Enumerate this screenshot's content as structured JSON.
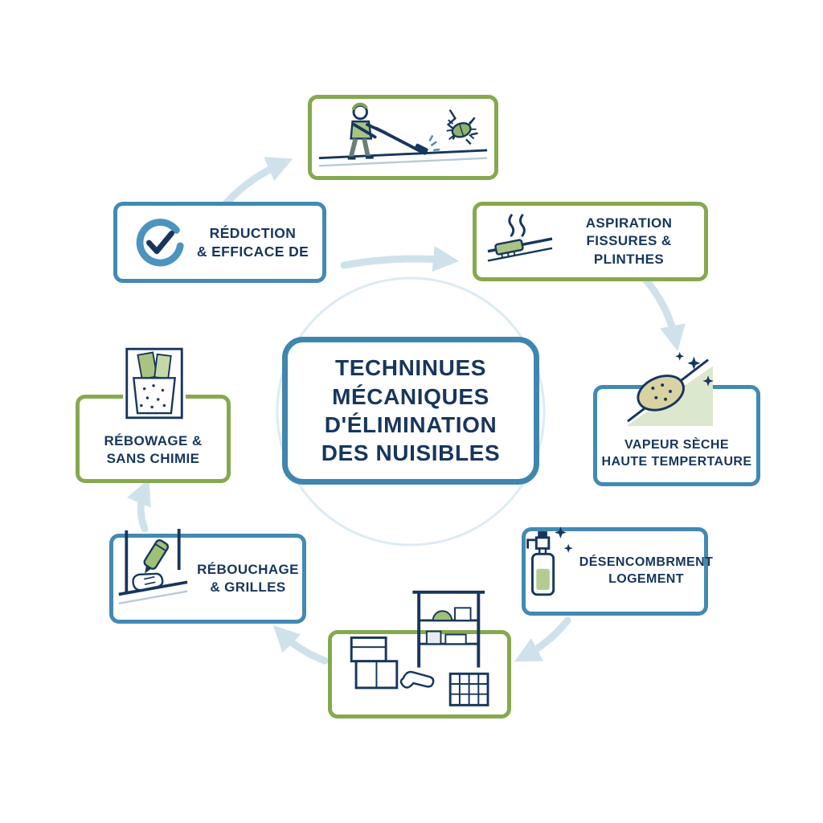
{
  "diagram": {
    "center": {
      "lines": [
        "TECHNINUES",
        "MÉCANIQUES",
        "D'ÉLIMINATION",
        "DES NUISIBLES"
      ]
    },
    "nodes": {
      "sweeping": {
        "icon": "person-sweeping-crack-icon",
        "lines": []
      },
      "aspiration": {
        "icon": "brush-steam-icon",
        "lines": [
          "ASPIRATION",
          "FISSURES & PLINTHES"
        ]
      },
      "vapeur": {
        "icon": "sponge-sparkles-icon",
        "lines": [
          "VAPEUR SÈCHE",
          "HAUTE TEMPERTAURE"
        ]
      },
      "desencombrement": {
        "icon": "spray-bottle-icon",
        "lines": [
          "DÉSENCOMBRMENT",
          "LOGEMENT"
        ]
      },
      "rangement": {
        "icon": "boxes-shelf-grille-icon",
        "lines": []
      },
      "rebouchage": {
        "icon": "caulk-tube-hand-icon",
        "lines": [
          "RÉBOUCHAGE",
          "& GRILLES"
        ]
      },
      "rebowage": {
        "icon": "box-of-cards-icon",
        "lines": [
          "RÉBOWAGE &",
          "SANS CHIMIE"
        ]
      },
      "reduction": {
        "icon": "check-circle-icon",
        "lines": [
          "RÉDUCTION",
          "& EFFICACE DE"
        ]
      }
    },
    "colors": {
      "blue_border": "#4389b3",
      "green_border": "#85a94e",
      "navy_text": "#17365d",
      "arrow": "#cfe2ec"
    }
  }
}
